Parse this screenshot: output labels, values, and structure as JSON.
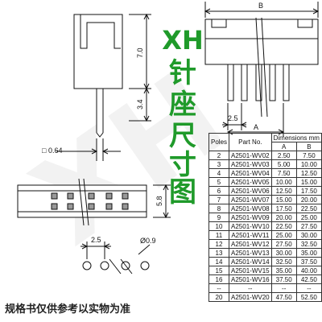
{
  "title": {
    "line1": "XH",
    "line2": "针",
    "line3": "座",
    "line4": "尺",
    "line5": "寸图"
  },
  "footnote": "规格书仅供参考以实物为准",
  "watermark": "XH",
  "dims": {
    "height_7": "7.0",
    "height_3_4": "3.4",
    "pin_0_64": "0.64",
    "pitch_2_5_top": "2.5",
    "height_5_8": "5.8",
    "pitch_2_5_bottom": "2.5",
    "hole_0_9": "Ø0.9",
    "label_b": "B",
    "label_a": "A"
  },
  "table": {
    "headers": {
      "poles": "Poles",
      "part_no": "Part No.",
      "dimensions": "Dimensions mm",
      "a": "A",
      "b": "B"
    },
    "rows": [
      {
        "poles": "2",
        "part": "A2501-WV02",
        "a": "2.50",
        "b": "7.50"
      },
      {
        "poles": "3",
        "part": "A2501-WV03",
        "a": "5.00",
        "b": "10.00"
      },
      {
        "poles": "4",
        "part": "A2501-WV04",
        "a": "7.50",
        "b": "12.50"
      },
      {
        "poles": "5",
        "part": "A2501-WV05",
        "a": "10.00",
        "b": "15.00"
      },
      {
        "poles": "6",
        "part": "A2501-WV06",
        "a": "12.50",
        "b": "17.50"
      },
      {
        "poles": "7",
        "part": "A2501-WV07",
        "a": "15.00",
        "b": "20.00"
      },
      {
        "poles": "8",
        "part": "A2501-WV08",
        "a": "17.50",
        "b": "22.50"
      },
      {
        "poles": "9",
        "part": "A2501-WV09",
        "a": "20.00",
        "b": "25.00"
      },
      {
        "poles": "10",
        "part": "A2501-WV10",
        "a": "22.50",
        "b": "27.50"
      },
      {
        "poles": "11",
        "part": "A2501-WV11",
        "a": "25.00",
        "b": "30.00"
      },
      {
        "poles": "12",
        "part": "A2501-WV12",
        "a": "27.50",
        "b": "32.50"
      },
      {
        "poles": "13",
        "part": "A2501-WV13",
        "a": "30.00",
        "b": "35.00"
      },
      {
        "poles": "14",
        "part": "A2501-WV14",
        "a": "32.50",
        "b": "37.50"
      },
      {
        "poles": "15",
        "part": "A2501-WV15",
        "a": "35.00",
        "b": "40.00"
      },
      {
        "poles": "16",
        "part": "A2501-WV16",
        "a": "37.50",
        "b": "42.50"
      },
      {
        "poles": "--",
        "part": "--",
        "a": "--",
        "b": "--"
      },
      {
        "poles": "20",
        "part": "A2501-WV20",
        "a": "47.50",
        "b": "52.50"
      }
    ]
  }
}
